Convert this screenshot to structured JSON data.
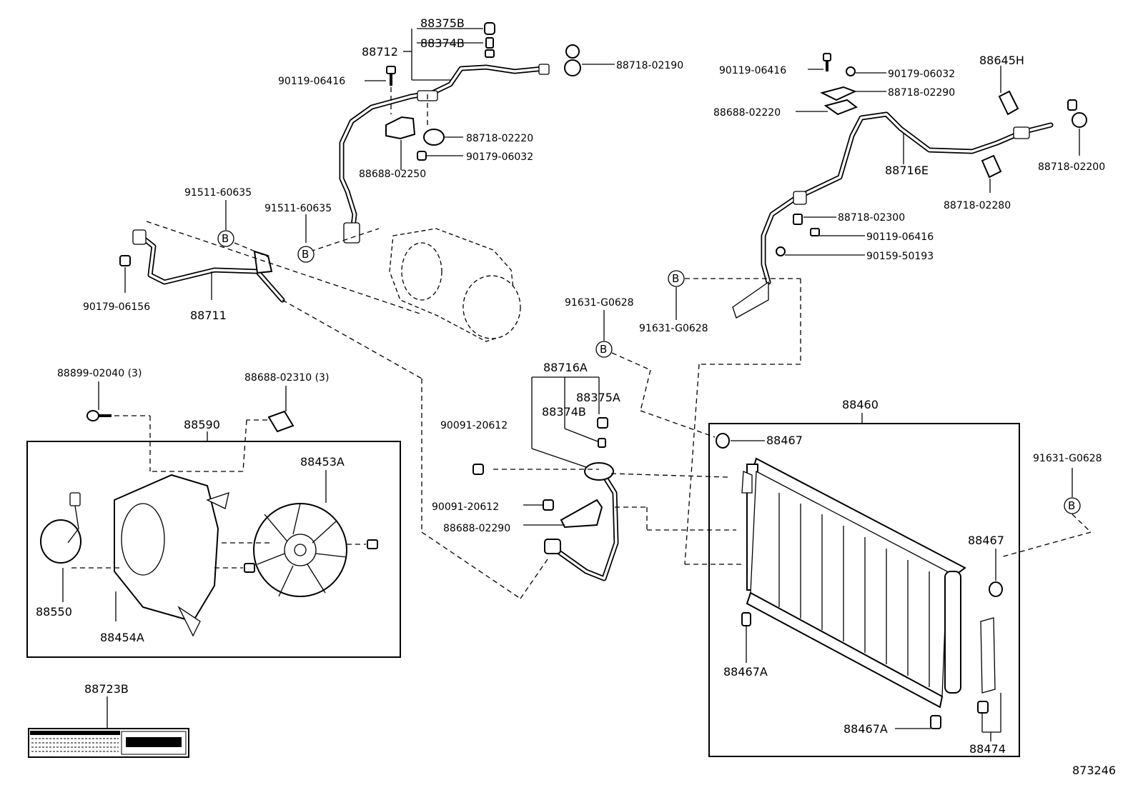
{
  "ref_b": "B",
  "diagram_number": "873246",
  "labels": {
    "p88375B": "88375B",
    "p88374B_top": "88374B",
    "p88712": "88712",
    "p88718_02190": "88718-02190",
    "p90119_06416_a": "90119-06416",
    "p88718_02220": "88718-02220",
    "p90179_06032_a": "90179-06032",
    "p88688_02250": "88688-02250",
    "p91511_60635_a": "91511-60635",
    "p91511_60635_b": "91511-60635",
    "p90179_06156": "90179-06156",
    "p88711": "88711",
    "p90119_06416_b": "90119-06416",
    "p90179_06032_b": "90179-06032",
    "p88645H": "88645H",
    "p88718_02290": "88718-02290",
    "p88688_02220": "88688-02220",
    "p88716E": "88716E",
    "p88718_02200": "88718-02200",
    "p88718_02280": "88718-02280",
    "p88718_02300": "88718-02300",
    "p90119_06416_c": "90119-06416",
    "p90159_50193": "90159-50193",
    "p91631_G0628_a": "91631-G0628",
    "p91631_G0628_b": "91631-G0628",
    "p91631_G0628_c": "91631-G0628",
    "p88899_02040": "88899-02040 (3)",
    "p88688_02310": "88688-02310 (3)",
    "p88590": "88590",
    "p88453A": "88453A",
    "p88550": "88550",
    "p88454A": "88454A",
    "p88723B": "88723B",
    "p88716A": "88716A",
    "p88375A": "88375A",
    "p88374B_mid": "88374B",
    "p90091_20612_a": "90091-20612",
    "p90091_20612_b": "90091-20612",
    "p88688_02290": "88688-02290",
    "p88460": "88460",
    "p88467_a": "88467",
    "p88467_b": "88467",
    "p88467A_a": "88467A",
    "p88467A_b": "88467A",
    "p88474": "88474"
  }
}
